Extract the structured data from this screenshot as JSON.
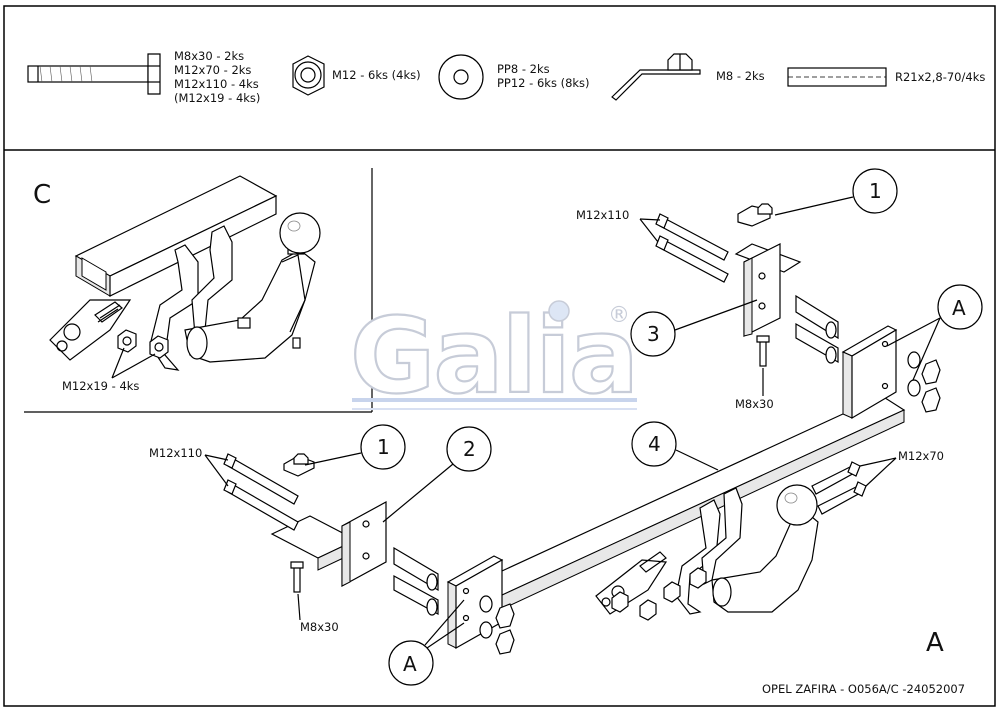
{
  "parts_strip": {
    "bolt": [
      "M8x30 - 2ks",
      "M12x70 - 2ks",
      "M12x110 - 4ks",
      "(M12x19 - 4ks)"
    ],
    "nut": "M12 - 6ks (4ks)",
    "washer": [
      "PP8 - 2ks",
      "PP12 - 6ks (8ks)"
    ],
    "plate_nut": "M8 - 2ks",
    "tube": "R21x2,8-70/4ks"
  },
  "detail_c": {
    "letter": "C",
    "bolt_label": "M12x19 - 4ks"
  },
  "logo": {
    "text": "Galia",
    "reg_mark": "®"
  },
  "main": {
    "callouts": [
      "1",
      "1",
      "2",
      "3",
      "4"
    ],
    "callout_a": "A",
    "view_letter": "A",
    "labels": {
      "m12x110_top": "M12x110",
      "m12x110_left": "M12x110",
      "m8x30_top": "M8x30",
      "m8x30_left": "M8x30",
      "m12x70": "M12x70"
    }
  },
  "title_block": "OPEL ZAFIRA - O056A/C -24052007"
}
